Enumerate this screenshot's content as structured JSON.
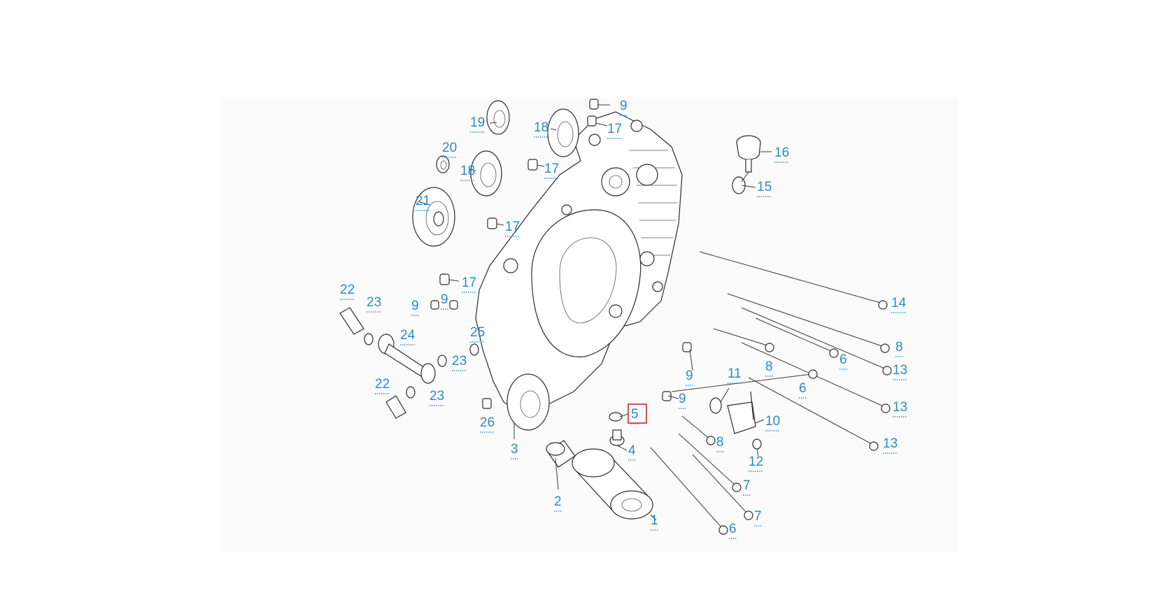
{
  "diagram": {
    "highlight_color": "#cc2a2a",
    "callout_color": "#2a8acb",
    "highlighted_callout": "5",
    "callouts": [
      {
        "id": "c1",
        "label": "1"
      },
      {
        "id": "c2",
        "label": "2"
      },
      {
        "id": "c3",
        "label": "3"
      },
      {
        "id": "c4",
        "label": "4"
      },
      {
        "id": "c5",
        "label": "5"
      },
      {
        "id": "c6a",
        "label": "6"
      },
      {
        "id": "c6b",
        "label": "6"
      },
      {
        "id": "c6c",
        "label": "6"
      },
      {
        "id": "c7a",
        "label": "7"
      },
      {
        "id": "c7b",
        "label": "7"
      },
      {
        "id": "c8a",
        "label": "8"
      },
      {
        "id": "c8b",
        "label": "8"
      },
      {
        "id": "c8c",
        "label": "8"
      },
      {
        "id": "c9a",
        "label": "9"
      },
      {
        "id": "c9b",
        "label": "9"
      },
      {
        "id": "c9c",
        "label": "9"
      },
      {
        "id": "c9d",
        "label": "9"
      },
      {
        "id": "c9e",
        "label": "9"
      },
      {
        "id": "c10",
        "label": "10"
      },
      {
        "id": "c11",
        "label": "11"
      },
      {
        "id": "c12",
        "label": "12"
      },
      {
        "id": "c13a",
        "label": "13"
      },
      {
        "id": "c13b",
        "label": "13"
      },
      {
        "id": "c13c",
        "label": "13"
      },
      {
        "id": "c14",
        "label": "14"
      },
      {
        "id": "c15",
        "label": "15"
      },
      {
        "id": "c16",
        "label": "16"
      },
      {
        "id": "c17a",
        "label": "17"
      },
      {
        "id": "c17b",
        "label": "17"
      },
      {
        "id": "c17c",
        "label": "17"
      },
      {
        "id": "c17d",
        "label": "17"
      },
      {
        "id": "c18a",
        "label": "18"
      },
      {
        "id": "c18b",
        "label": "18"
      },
      {
        "id": "c19",
        "label": "19"
      },
      {
        "id": "c20",
        "label": "20"
      },
      {
        "id": "c21",
        "label": "21"
      },
      {
        "id": "c22a",
        "label": "22"
      },
      {
        "id": "c22b",
        "label": "22"
      },
      {
        "id": "c23a",
        "label": "23"
      },
      {
        "id": "c23b",
        "label": "23"
      },
      {
        "id": "c23c",
        "label": "23"
      },
      {
        "id": "c24",
        "label": "24"
      },
      {
        "id": "c25",
        "label": "25"
      },
      {
        "id": "c26",
        "label": "26"
      }
    ]
  }
}
